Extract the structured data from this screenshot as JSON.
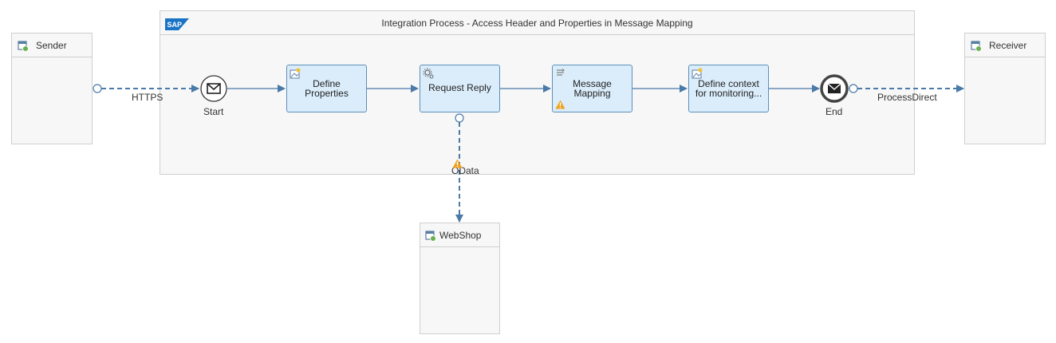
{
  "process": {
    "title": "Integration Process - Access Header and Properties in Message Mapping"
  },
  "participants": {
    "sender": {
      "label": "Sender"
    },
    "receiver": {
      "label": "Receiver"
    },
    "webshop": {
      "label": "WebShop"
    }
  },
  "events": {
    "start": {
      "label": "Start"
    },
    "end": {
      "label": "End"
    }
  },
  "tasks": {
    "define_properties": {
      "line1": "Define",
      "line2": "Properties",
      "icon": "content-modifier-icon"
    },
    "request_reply": {
      "label": "Request Reply",
      "icon": "gear-icon"
    },
    "message_mapping": {
      "line1": "Message",
      "line2": "Mapping",
      "icon": "mapping-icon",
      "warning": true
    },
    "define_context": {
      "line1": "Define context",
      "line2": "for monitoring...",
      "icon": "content-modifier-icon"
    }
  },
  "connections": {
    "sender_to_start": "HTTPS",
    "request_to_webshop": "OData",
    "end_to_receiver": "ProcessDirect"
  },
  "colors": {
    "flow": "#4a7aa8",
    "task_fill": "#dbedfb",
    "task_border": "#5d8fb9",
    "warning": "#f0a019",
    "sap_blue": "#1a73c5"
  }
}
